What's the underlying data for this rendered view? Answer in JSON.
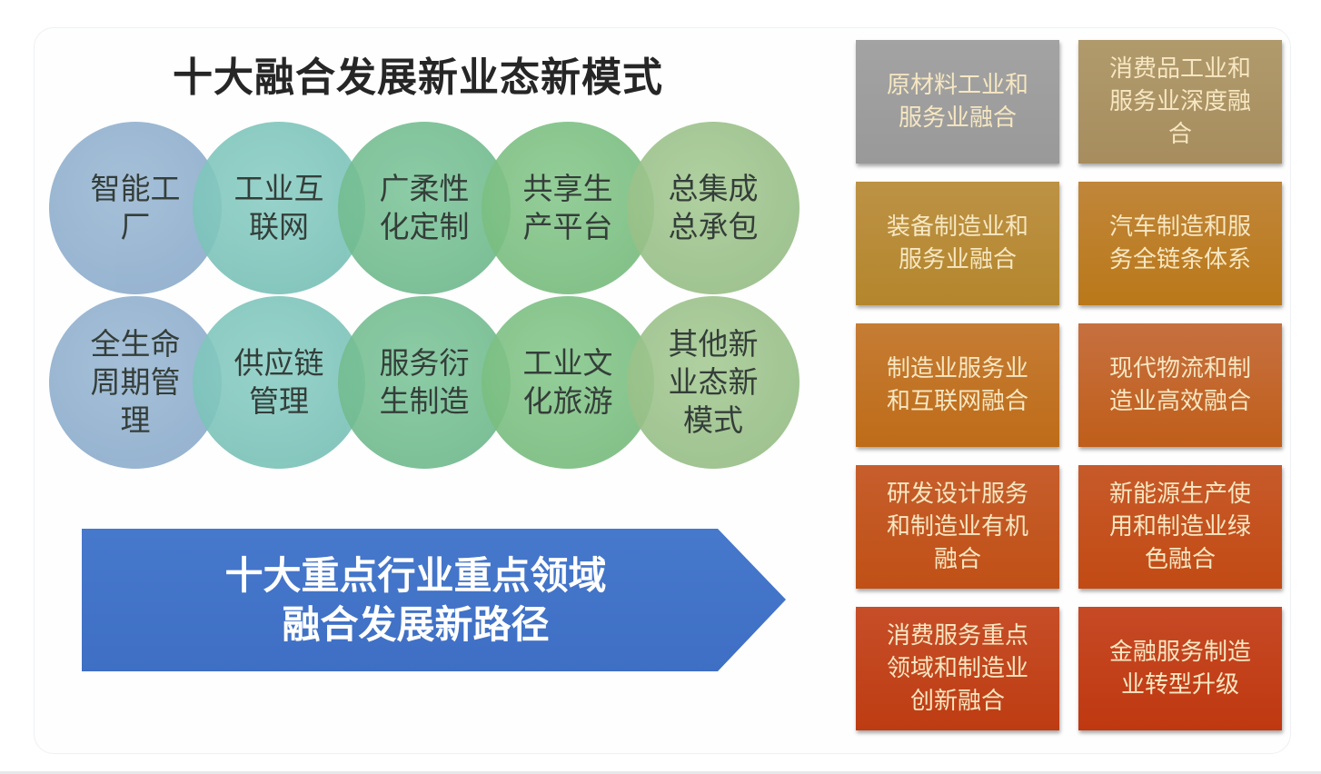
{
  "title": "十大融合发展新业态新模式",
  "circles": [
    {
      "label": "智能工厂",
      "color": "#8fb0cf"
    },
    {
      "label": "工业互联网",
      "color": "#7fc6bd"
    },
    {
      "label": "广柔性化定制",
      "color": "#73bd90"
    },
    {
      "label": "共享生产平台",
      "color": "#7dbf84"
    },
    {
      "label": "总集成总承包",
      "color": "#9bc28a"
    },
    {
      "label": "全生命周期管理",
      "color": "#8fb0cf"
    },
    {
      "label": "供应链管理",
      "color": "#7fc6bd"
    },
    {
      "label": "服务衍生制造",
      "color": "#73bd90"
    },
    {
      "label": "工业文化旅游",
      "color": "#7dbf84"
    },
    {
      "label": "其他新业态新模式",
      "color": "#9bc28a"
    }
  ],
  "arrow": {
    "line1": "十大重点行业重点领域",
    "line2": "融合发展新路径",
    "color": "#4274c8"
  },
  "boxes": [
    {
      "label": "原材料工业和服务业融合",
      "color": "#9c9c9c"
    },
    {
      "label": "消费品工业和服务业深度融合",
      "color": "#ad9466"
    },
    {
      "label": "装备制造业和服务业融合",
      "color": "#b8892e"
    },
    {
      "label": "汽车制造和服务全链条体系",
      "color": "#bd7a1f"
    },
    {
      "label": "制造业服务业和互联网融合",
      "color": "#c2701d"
    },
    {
      "label": "现代物流和制造业高效融合",
      "color": "#c4641e"
    },
    {
      "label": "研发设计服务和制造业有机融合",
      "color": "#c5561a"
    },
    {
      "label": "新能源生产使用和制造业绿色融合",
      "color": "#c65018"
    },
    {
      "label": "消费服务重点领域和制造业创新融合",
      "color": "#c44316"
    },
    {
      "label": "金融服务制造业转型升级",
      "color": "#c43d14"
    }
  ]
}
